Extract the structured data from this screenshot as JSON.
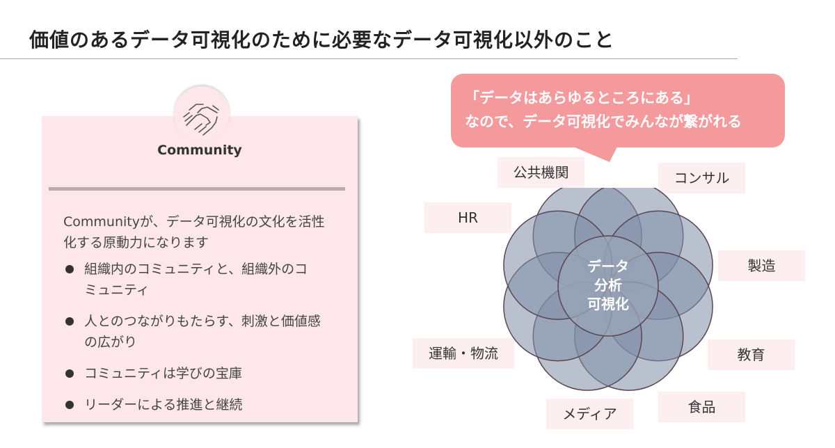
{
  "title": "価値のあるデータ可視化のために必要なデータ可視化以外のこと",
  "card": {
    "icon": "handshake-icon",
    "heading": "Community",
    "lead_line1": "Communityが、データ可視化の文化を活性",
    "lead_line2": "化する原動力になります",
    "bullets": [
      {
        "line1": "組織内のコミュニティと、組織外のコ",
        "line2": "ミュニティ"
      },
      {
        "line1": "人とのつながりもたらす、刺激と価値感",
        "line2": "の広がり"
      },
      {
        "line1": "コミュニティは学びの宝庫",
        "line2": ""
      },
      {
        "line1": "リーダーによる推進と継続",
        "line2": ""
      }
    ]
  },
  "bubble": {
    "line1": "「データはあらゆるところにある」",
    "line2": "なので、データ可視化でみんなが繋がれる"
  },
  "diagram": {
    "center_line1": "データ",
    "center_line2": "分析",
    "center_line3": "可視化",
    "petal_fill": "#7f8ea8",
    "petal_stroke": "#5a4550",
    "center_fill": "#9aa6b8",
    "sectors": [
      "公共機関",
      "コンサル",
      "HR",
      "製造",
      "運輸・物流",
      "教育",
      "メディア",
      "食品"
    ]
  },
  "colors": {
    "card_bg": "#fde7ea",
    "card_rule": "#b9aca4",
    "bubble_bg": "#f59a9c",
    "sector_bg": "#fdeef0"
  }
}
